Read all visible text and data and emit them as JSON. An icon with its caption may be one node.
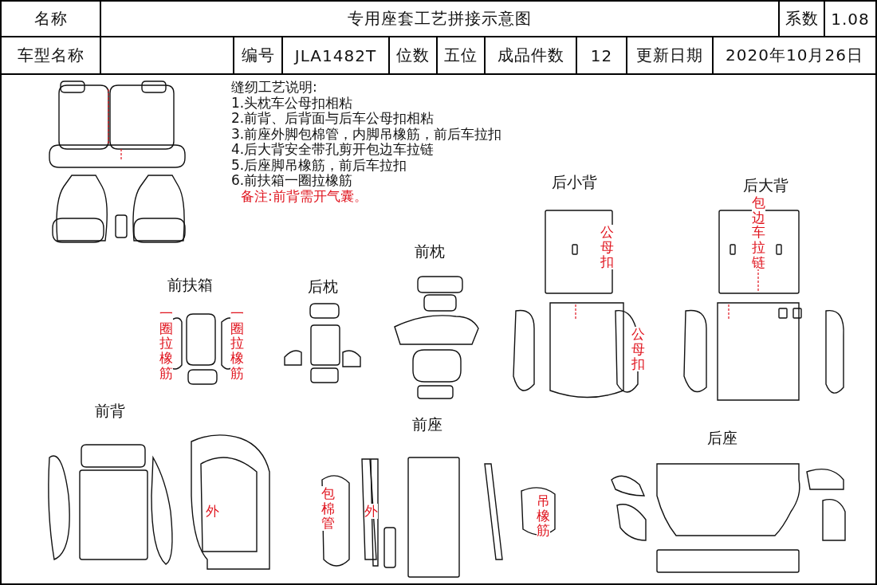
{
  "diagram": {
    "title": "专用座套工艺拼接示意图",
    "labels": [
      "名称",
      "系数",
      "1.08",
      "车型名称",
      "编号",
      "JLA1482T",
      "位数",
      "五位",
      "成品件数",
      "12",
      "更新日期",
      "2020年10月26日",
      "缝纫工艺说明:",
      "1.头枕车公母扣相粘",
      "2.前背、后背面与后车公母扣相粘",
      "3.前座外脚包棉管，内脚吊橡筋，前后车拉扣",
      "4.后大背安全带孔剪开包边车拉链",
      "5.后座脚吊橡筋，前后车拉扣",
      "6.前扶箱一圈拉橡筋",
      "备注:前背需开气囊。",
      "后小背",
      "后大背",
      "前枕",
      "前扶箱",
      "后枕",
      "前背",
      "前座",
      "后座",
      "一圈拉橡筋",
      "一圈拉橡筋",
      "公母扣",
      "包边车拉链",
      "公母扣",
      "外",
      "包棉管",
      "外",
      "吊橡筋"
    ]
  }
}
